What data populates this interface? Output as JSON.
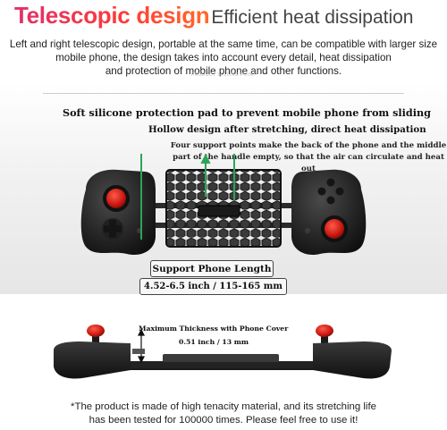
{
  "header": {
    "title_main": "Telescopic design",
    "title_sub": "Efficient heat dissipation",
    "description_line1": "Left and right telescopic design, portable at the same time, can be compatible with larger size",
    "description_line2": "mobile phone, the design takes into account every detail, heat dissipation",
    "description_line3": "and protection of mobile phone and other functions.",
    "watermark": "PRODUCT SELLING POINT"
  },
  "features": {
    "silicone_pad": "Soft silicone protection pad to prevent mobile phone from sliding",
    "hollow_design": "Hollow design after stretching, direct heat dissipation",
    "support_points": "Four support points make the back of the phone and the middle part of the handle empty, so that the air can circulate and heat out"
  },
  "support": {
    "label": "Support Phone Length",
    "range": "4.52-6.5 inch / 115-165 mm"
  },
  "thickness": {
    "label": "Maximum Thickness with Phone Cover",
    "value": "0.51 inch / 13 mm"
  },
  "footer": {
    "line1": "*The product is made of high tenacity material, and its stretching life",
    "line2": "has been tested for 100000 times. Please feel free to use it!"
  },
  "colors": {
    "title_gradient_start": "#e0306a",
    "title_gradient_end": "#ff6a2a",
    "arrow_green": "#2ea35a",
    "stick_red": "#d8231c",
    "controller_body": "#1e1e1e"
  },
  "icons": [
    "arrow-up-icon",
    "ruler-icon",
    "thickness-arrow-icon"
  ]
}
